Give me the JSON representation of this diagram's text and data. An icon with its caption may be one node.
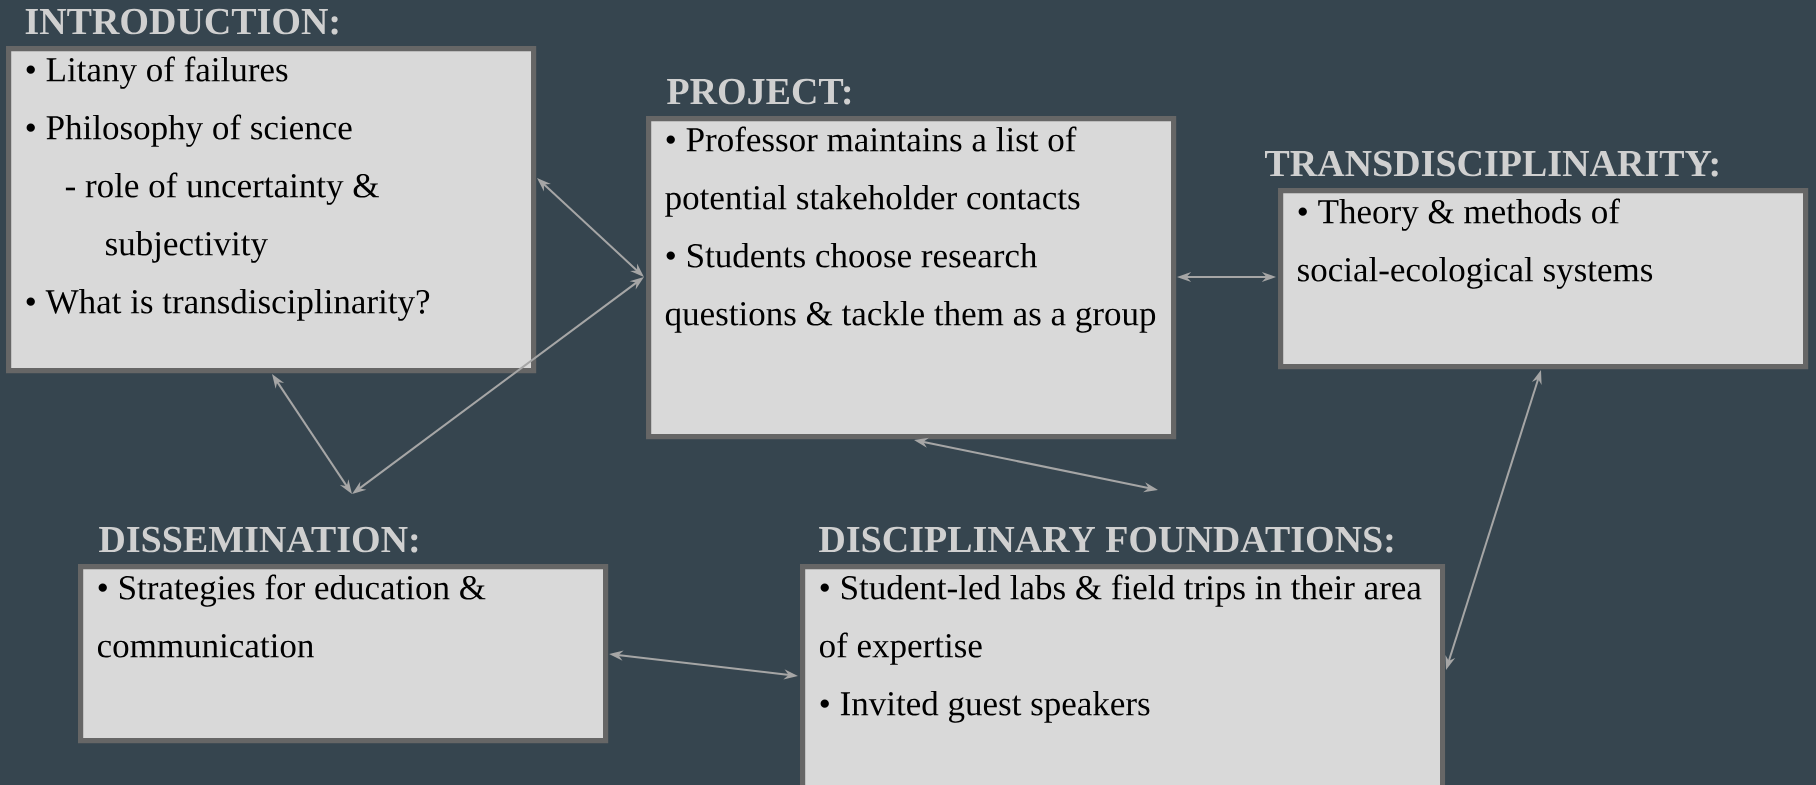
{
  "diagram": {
    "nodes": [
      {
        "text": [
          "INTRODUCTION:",
          "• Litany of failures",
          "• Philosophy of science",
          "- role of uncertainty & subjectivity",
          "• What is transdisciplinarity?"
        ]
      },
      {
        "text": [
          "PROJECT:",
          "• Professor maintains a list of potential stakeholder contacts",
          "• Students choose research questions & tackle them as a group"
        ]
      },
      {
        "text": [
          "TRANSDISCIPLINARITY:",
          "• Theory & methods of social-ecological systems"
        ]
      },
      {
        "text": [
          "DISSEMINATION:",
          "• Strategies for education & communication"
        ]
      },
      {
        "text": [
          "DISCIPLINARY FOUNDATIONS:",
          "• Student-led labs & field trips in their area of expertise",
          "• Invited guest speakers"
        ]
      }
    ],
    "edges": [
      {
        "from": 0,
        "to": 1,
        "arrow": "both"
      },
      {
        "from": 0,
        "to": 3,
        "arrow": "both"
      },
      {
        "from": 1,
        "to": 3,
        "arrow": "both"
      },
      {
        "from": 1,
        "to": 2,
        "arrow": "both"
      },
      {
        "from": 1,
        "to": 4,
        "arrow": "both"
      },
      {
        "from": 3,
        "to": 4,
        "arrow": "both"
      },
      {
        "from": 2,
        "to": 4,
        "arrow": "both"
      }
    ]
  }
}
